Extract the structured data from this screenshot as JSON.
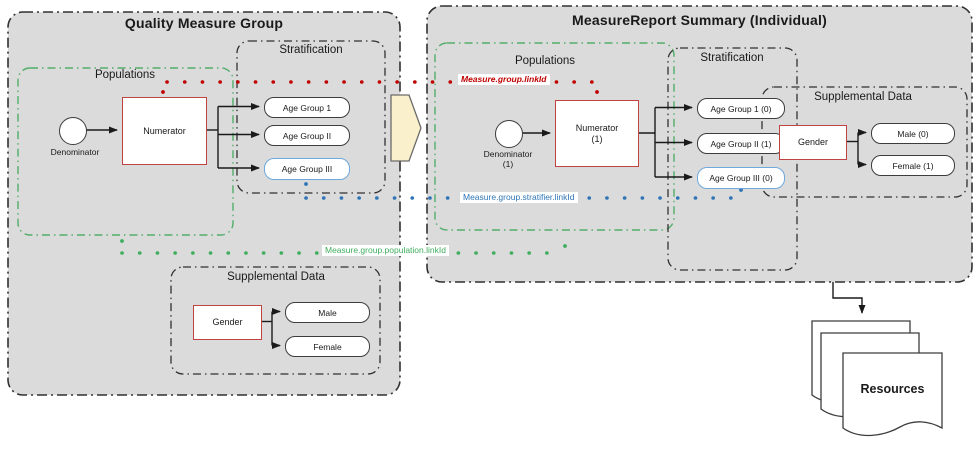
{
  "left_group": {
    "title": "Quality Measure Group",
    "populations": {
      "label": "Populations",
      "denominator": "Denominator",
      "numerator": "Numerator"
    },
    "stratification": {
      "label": "Stratification",
      "strata": [
        "Age Group 1",
        "Age Group II",
        "Age Group III"
      ]
    },
    "supplemental": {
      "label": "Supplemental Data",
      "gender": "Gender",
      "values": [
        "Male",
        "Female"
      ]
    }
  },
  "right_group": {
    "title": "MeasureReport Summary (Individual)",
    "populations": {
      "label": "Populations",
      "denominator_line1": "Denominator",
      "denominator_line2": "(1)",
      "numerator_line1": "Numerator",
      "numerator_line2": "(1)"
    },
    "stratification": {
      "label": "Stratification",
      "strata": [
        "Age Group 1 (0)",
        "Age Group II (1)",
        "Age Group III (0)"
      ]
    },
    "supplemental": {
      "label": "Supplemental Data",
      "gender": "Gender",
      "values": [
        "Male (0)",
        "Female (1)"
      ]
    }
  },
  "links": {
    "group": {
      "label": "Measure.group.linkId",
      "color": "#c00000"
    },
    "stratifier": {
      "label": "Measure.group.stratifier.linkId",
      "color": "#2e75b6"
    },
    "population": {
      "label": "Measure.group.population.linkId",
      "color": "#3fae5e"
    }
  },
  "resources": {
    "label": "Resources"
  },
  "colors": {
    "container_fill": "#dbdbdb",
    "border": "#303030",
    "green_border": "#52ae6a",
    "red_box_border": "#bf4341",
    "blue_pill_border": "#6fa8dc",
    "arrow_fill": "#faf0cb"
  }
}
